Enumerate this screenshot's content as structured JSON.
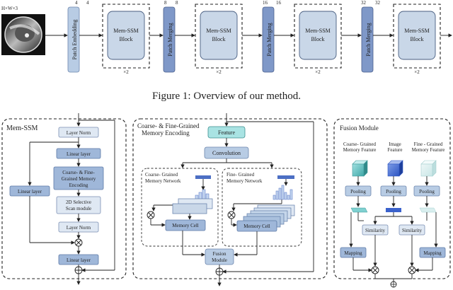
{
  "top_pipeline": {
    "input_label": "H×W×3",
    "patch_embedding": "Patch Embedding",
    "patch_merging": "Patch Merging",
    "block_label": "Mem-SSM\nBlock",
    "repeat": "×2",
    "dims": [
      "4",
      "4",
      "8",
      "8",
      "16",
      "16",
      "32",
      "32"
    ]
  },
  "caption": "Figure 1: Overview of our method.",
  "mem_ssm": {
    "title": "Mem-SSM",
    "layer_norm_1": "Layer Norm",
    "linear_layer_1": "Linear layer",
    "coarse_fine": "Coarse- & Fine-\nGrained Memory\nEncoding",
    "scan": "2D Selective\nScan module",
    "layer_norm_2": "Layer Norm",
    "linear_layer_2": "Linear layer",
    "linear_layer_side": "Linear layer"
  },
  "memory_encoding": {
    "title": "Coarse- & Fine-Grained\nMemory Encoding",
    "feature": "Feature",
    "convolution": "Convolution",
    "coarse_net": "Coarse- Grained\nMemory Network",
    "fine_net": "Fine- Grained\nMemory Network",
    "memory_cell": "Memory Cell",
    "fusion": "Fusion\nModule"
  },
  "fusion_module": {
    "title": "Fusion Module",
    "coarse_feature": "Coarse- Grained\nMemory Feature",
    "image_feature": "Image\nFeature",
    "fine_feature": "Fine - Grained\nMemory Feature",
    "pooling": "Pooling",
    "similarity": "Similarity",
    "mapping": "Mapping"
  }
}
